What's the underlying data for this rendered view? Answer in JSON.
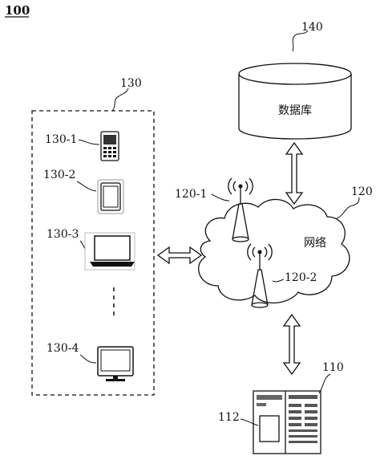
{
  "figure_number": "100",
  "labels": {
    "database_ref": "140",
    "database_text": "数据库",
    "network_ref": "120",
    "network_text": "网络",
    "base_station_1": "120-1",
    "base_station_2": "120-2",
    "terminals_group": "130",
    "terminal_1": "130-1",
    "terminal_2": "130-2",
    "terminal_3": "130-3",
    "terminal_4": "130-4",
    "server_ref": "110",
    "server_component": "112"
  }
}
